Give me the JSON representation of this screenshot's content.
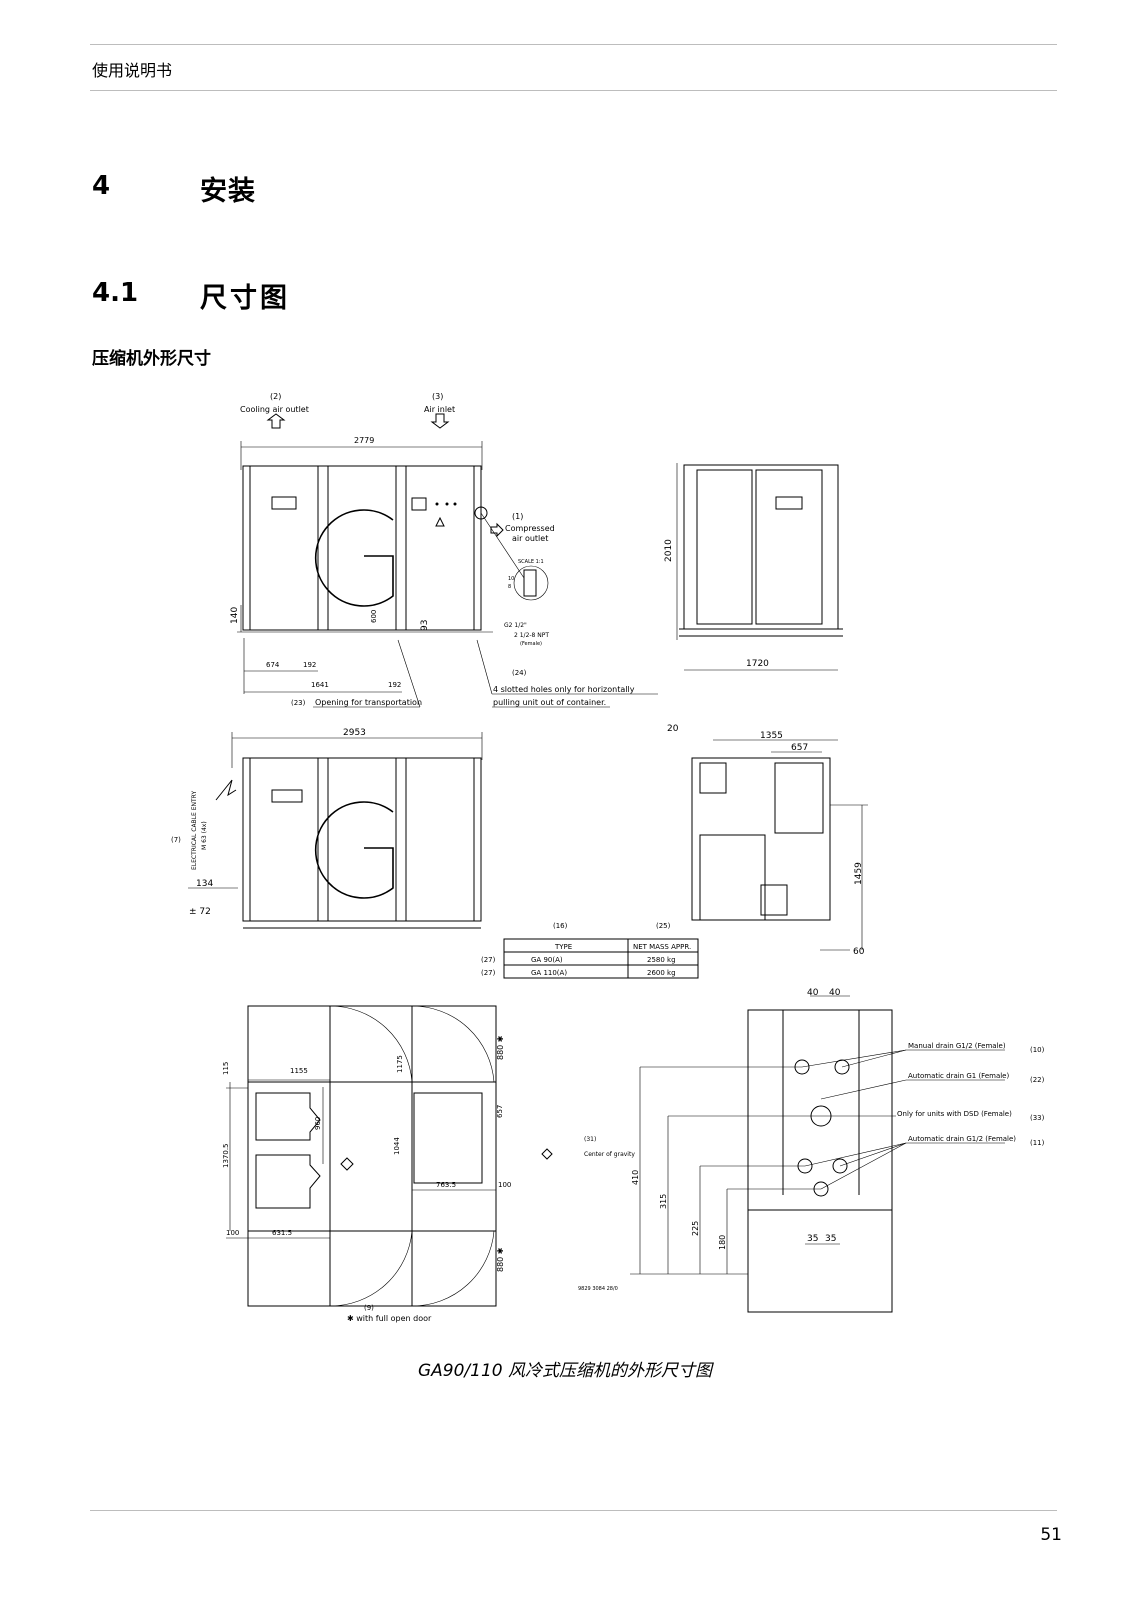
{
  "header": {
    "title": "使用说明书"
  },
  "chapter": {
    "number": "4",
    "title": "安装"
  },
  "section": {
    "number": "4.1",
    "title": "尺寸图"
  },
  "subsection": {
    "title": "压缩机外形尺寸"
  },
  "drawing": {
    "labels": {
      "l2": "(2)",
      "cooling_air_outlet": "Cooling air outlet",
      "l3": "(3)",
      "air_inlet": "Air inlet",
      "l1": "(1)",
      "compressed": "Compressed",
      "air_outlet": "air outlet",
      "scale": "SCALE 1:1",
      "d10": "10",
      "d8": "8",
      "g2": "G2 1/2\"",
      "npt": "2 1/2-8 NPT",
      "female": "(Female)",
      "d2779": "2779",
      "d140": "140",
      "d600": "600",
      "d93": "93",
      "d674": "674",
      "d192a": "192",
      "d1641": "1641",
      "d192b": "192",
      "l23": "(23)",
      "opening": "Opening for transportation",
      "l24": "(24)",
      "slotted1": "4 slotted holes only for horizontally",
      "slotted2": "pulling unit out of container.",
      "d2010": "2010",
      "d1720": "1720",
      "d2953": "2953",
      "l7": "(7)",
      "cable1": "ELECTRICAL CABLE ENTRY",
      "cable2": "M 63 (4x)",
      "d134": "134",
      "d72": "± 72",
      "d20": "20",
      "d1355": "1355",
      "d657a": "657",
      "d1459": "1459",
      "d60": "60",
      "l16": "(16)",
      "l25": "(25)",
      "table_type": "TYPE",
      "table_mass": "NET MASS APPR.",
      "l27a": "(27)",
      "ga90": "GA 90(A)",
      "m2580": "2580 kg",
      "l27b": "(27)",
      "ga110": "GA 110(A)",
      "m2600": "2600 kg",
      "d115": "115",
      "d1155": "1155",
      "d1175": "1175",
      "d880a": "880 ✱",
      "d960": "960",
      "d1044": "1044",
      "d657b": "657",
      "d13705": "1370.5",
      "d7635": "763.5",
      "d100a": "100",
      "d100b": "100",
      "d6315": "631.5",
      "d880b": "880 ✱",
      "l9": "(9)",
      "full_open": "✱ with full open door",
      "l31": "(31)",
      "cog": "Center of gravity",
      "docnum": "9829 3084 28/0",
      "d40a": "40",
      "d40b": "40",
      "manual": "Manual drain G1/2 (Female)",
      "l10": "(10)",
      "auto1": "Automatic drain G1 (Female)",
      "l22": "(22)",
      "dsd": "Only for units with DSD (Female)",
      "l33": "(33)",
      "auto2": "Automatic drain G1/2 (Female)",
      "l11": "(11)",
      "d410": "410",
      "d315": "315",
      "d225": "225",
      "d180": "180",
      "d35a": "35",
      "d35b": "35"
    }
  },
  "caption": "GA90/110 风冷式压缩机的外形尺寸图",
  "page_number": "51"
}
